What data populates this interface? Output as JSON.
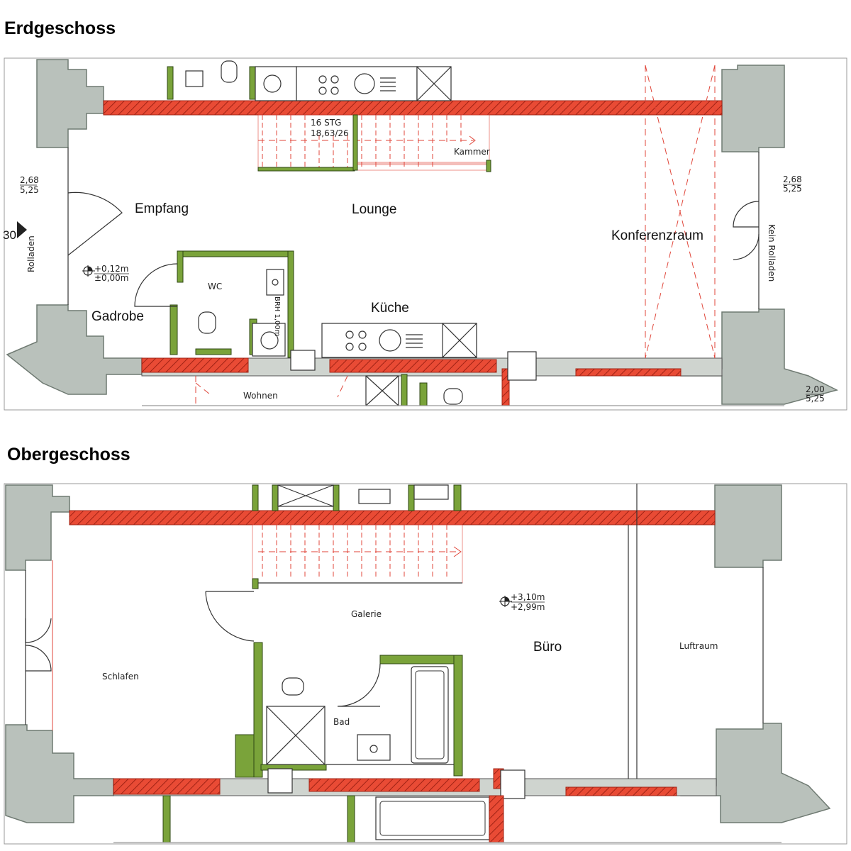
{
  "floors": {
    "ground": {
      "title": "Erdgeschoss",
      "rooms": {
        "empfang": "Empfang",
        "lounge": "Lounge",
        "konferenzraum": "Konferenzraum",
        "gadrobe": "Gadrobe",
        "kueche": "Küche",
        "wc": "WC",
        "kammer": "Kammer",
        "wohnen": "Wohnen"
      },
      "stair_note": [
        "16 STG",
        "18,63/26"
      ],
      "level": [
        "+0,12m",
        "±0,00m"
      ],
      "dims_left": [
        "2,68",
        "5,25"
      ],
      "dims_right": [
        "2,68",
        "5,25"
      ],
      "dims_bottom_right": [
        "2,00",
        "5,25"
      ],
      "rolladen_left": "Rolladen",
      "rolladen_right": "Kein Rolladen",
      "brh": "BRH 1,00m",
      "edge_mark": "30"
    },
    "upper": {
      "title": "Obergeschoss",
      "rooms": {
        "schlafen": "Schlafen",
        "galerie": "Galerie",
        "buero": "Büro",
        "luftraum": "Luftraum",
        "bad": "Bad"
      },
      "level": [
        "+3,10m",
        "+2,99m"
      ]
    }
  },
  "colors": {
    "brick_wall": "#e0463a",
    "new_wall": "#7aa33a",
    "stone": "#b9c1bb",
    "line": "#333333"
  }
}
